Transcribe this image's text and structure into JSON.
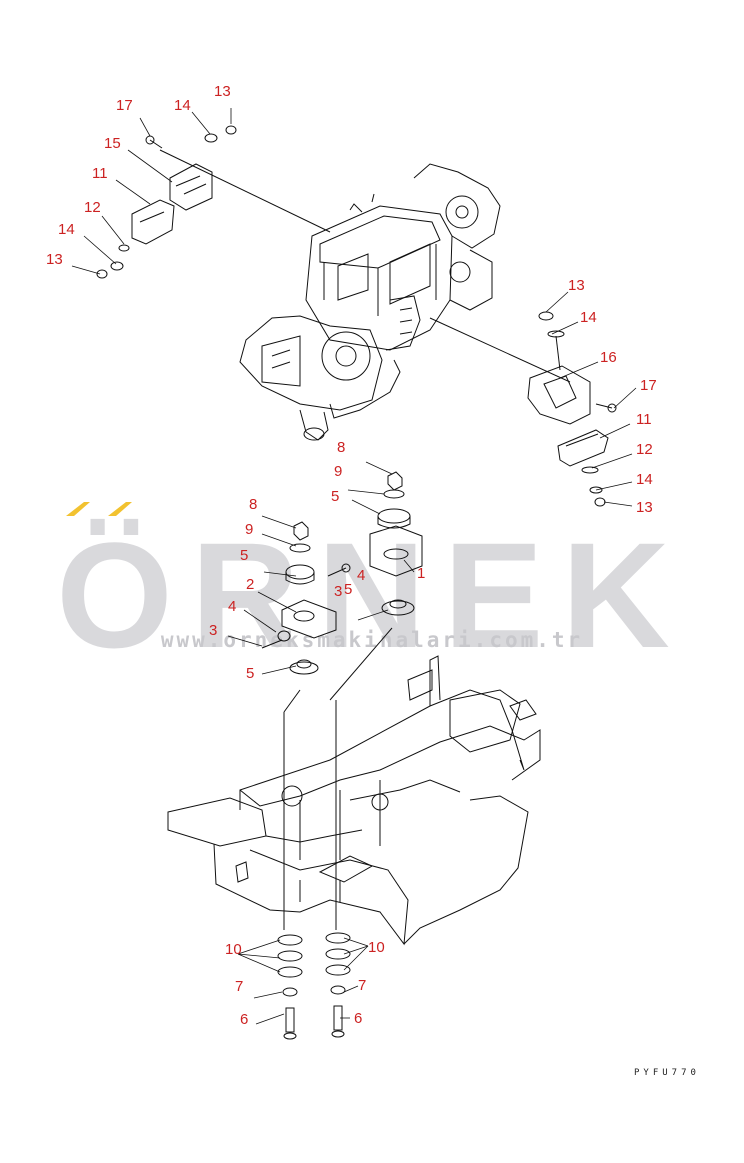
{
  "watermark": {
    "brand": "ÖRNEK",
    "url": "www.orneksmakinalari.com.tr",
    "accent_color": "#f2c230"
  },
  "drawing_code": "PYFU770",
  "callouts": [
    "17",
    "14",
    "13",
    "15",
    "11",
    "12",
    "14",
    "13",
    "13",
    "14",
    "16",
    "17",
    "11",
    "12",
    "14",
    "13",
    "8",
    "9",
    "5",
    "1",
    "8",
    "9",
    "5",
    "4",
    "3",
    "5",
    "2",
    "4",
    "3",
    "5",
    "10",
    "10",
    "7",
    "7",
    "6",
    "6"
  ]
}
